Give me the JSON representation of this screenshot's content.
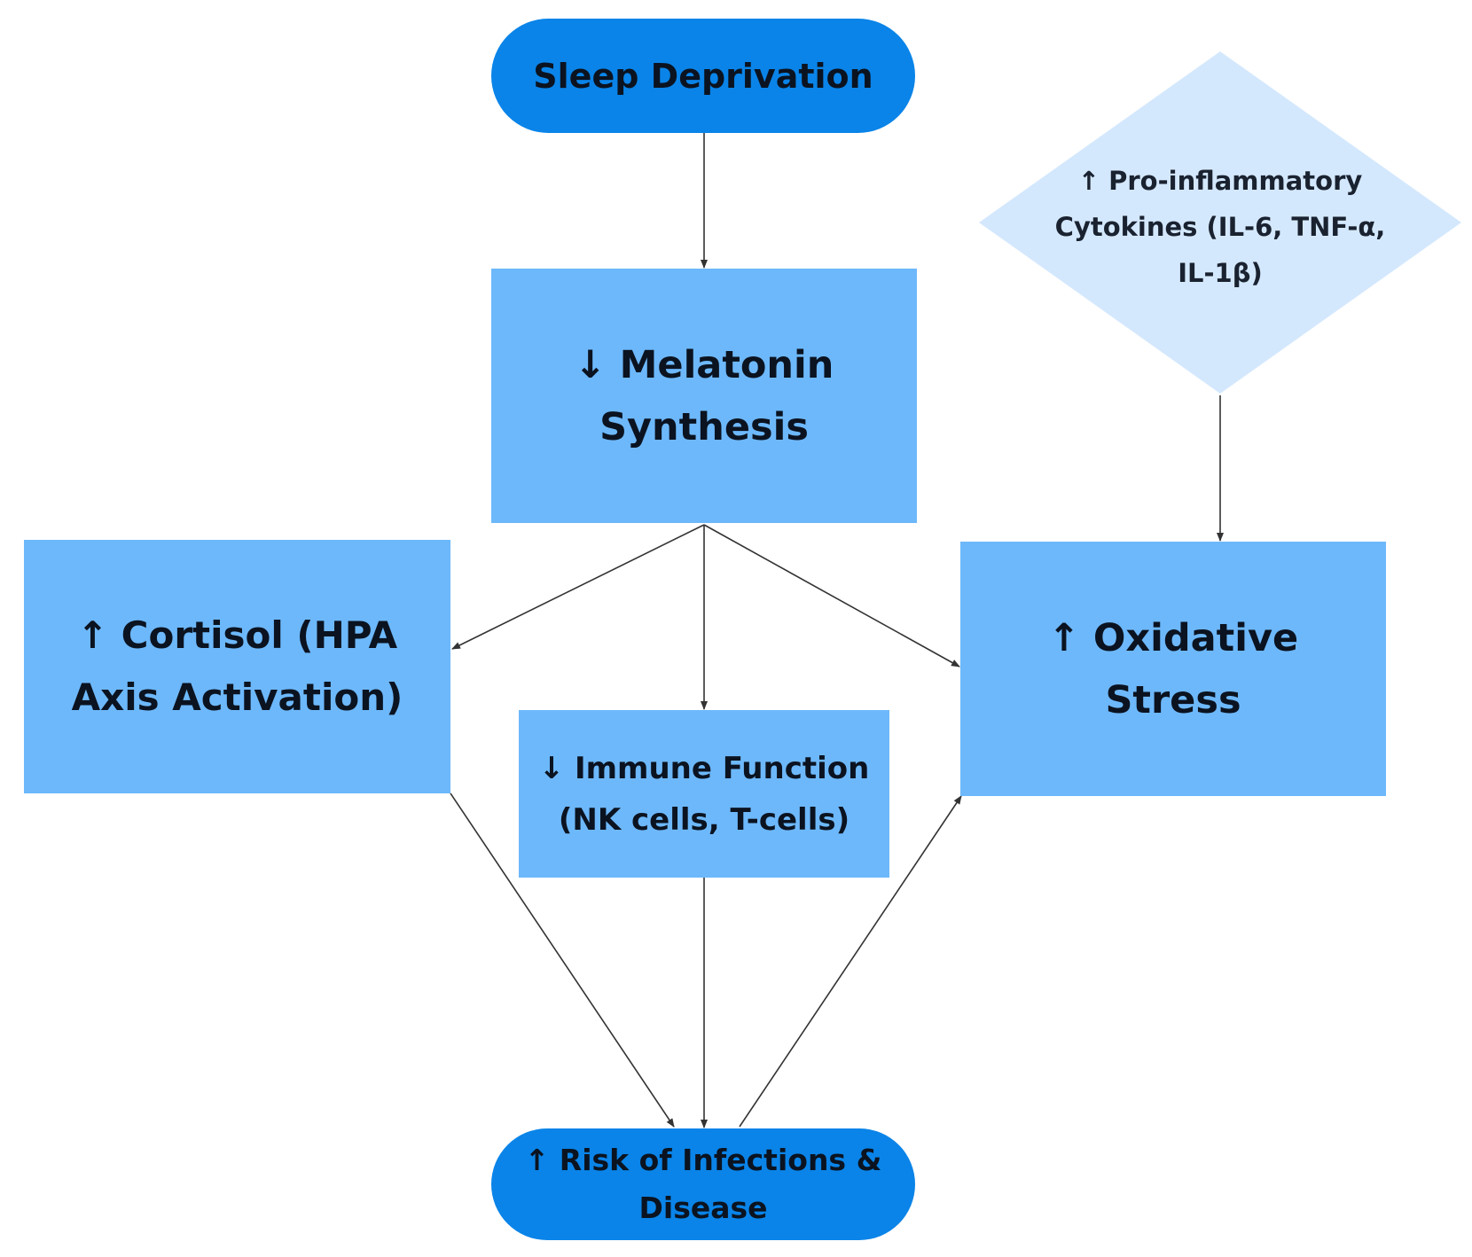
{
  "diagram": {
    "nodes": {
      "start": {
        "label": "Sleep Deprivation"
      },
      "melatonin": {
        "label": "↓ Melatonin Synthesis"
      },
      "cytokines": {
        "label": "↑ Pro-inflammatory Cytokines (IL-6, TNF-α, IL-1β)"
      },
      "cortisol": {
        "label": "↑ Cortisol (HPA Axis Activation)"
      },
      "oxidative": {
        "label": "↑ Oxidative Stress"
      },
      "immune": {
        "label": "↓ Immune Function (NK cells, T-cells)"
      },
      "risk": {
        "label": "↑ Risk of Infections & Disease"
      }
    },
    "edges": [
      {
        "from": "Sleep Deprivation",
        "to": "↓ Melatonin Synthesis"
      },
      {
        "from": "↓ Melatonin Synthesis",
        "to": "↑ Cortisol (HPA Axis Activation)"
      },
      {
        "from": "↓ Melatonin Synthesis",
        "to": "↓ Immune Function (NK cells, T-cells)"
      },
      {
        "from": "↓ Melatonin Synthesis",
        "to": "↑ Oxidative Stress"
      },
      {
        "from": "↑ Pro-inflammatory Cytokines (IL-6, TNF-α, IL-1β)",
        "to": "↑ Oxidative Stress"
      },
      {
        "from": "↑ Cortisol (HPA Axis Activation)",
        "to": "↑ Risk of Infections & Disease"
      },
      {
        "from": "↓ Immune Function (NK cells, T-cells)",
        "to": "↑ Risk of Infections & Disease"
      },
      {
        "from": "↑ Risk of Infections & Disease",
        "to": "↑ Oxidative Stress"
      }
    ],
    "colors": {
      "terminal": "#0a84e8",
      "process": "#6db8fb",
      "decision": "#d4e8fd",
      "connector": "#333333",
      "text": "#0b1320"
    }
  }
}
